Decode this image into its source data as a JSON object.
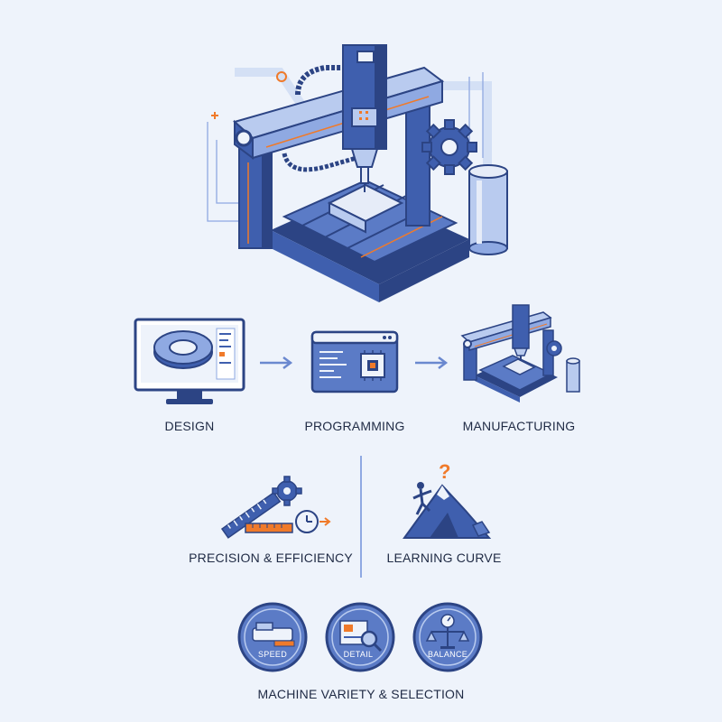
{
  "process": {
    "steps": [
      {
        "label": "DESIGN",
        "icon": "monitor-design-icon"
      },
      {
        "label": "PROGRAMMING",
        "icon": "code-window-icon"
      },
      {
        "label": "MANUFACTURING",
        "icon": "cnc-machine-icon"
      }
    ]
  },
  "aspects": {
    "left": {
      "label": "PRECISION & EFFICIENCY",
      "icon": "ruler-gear-clock-icon"
    },
    "right": {
      "label": "LEARNING CURVE",
      "icon": "mountain-climber-icon"
    }
  },
  "selection": {
    "badges": [
      {
        "label": "SPEED",
        "icon": "conveyor-icon"
      },
      {
        "label": "DETAIL",
        "icon": "magnifier-icon"
      },
      {
        "label": "BALANCE",
        "icon": "scale-icon"
      }
    ],
    "title": "MACHINE VARIETY & SELECTION"
  },
  "colors": {
    "primary": "#3f5fae",
    "light": "#b9cbef",
    "dark": "#2c4484",
    "accent": "#f07a2a",
    "background": "#eef3fb"
  }
}
